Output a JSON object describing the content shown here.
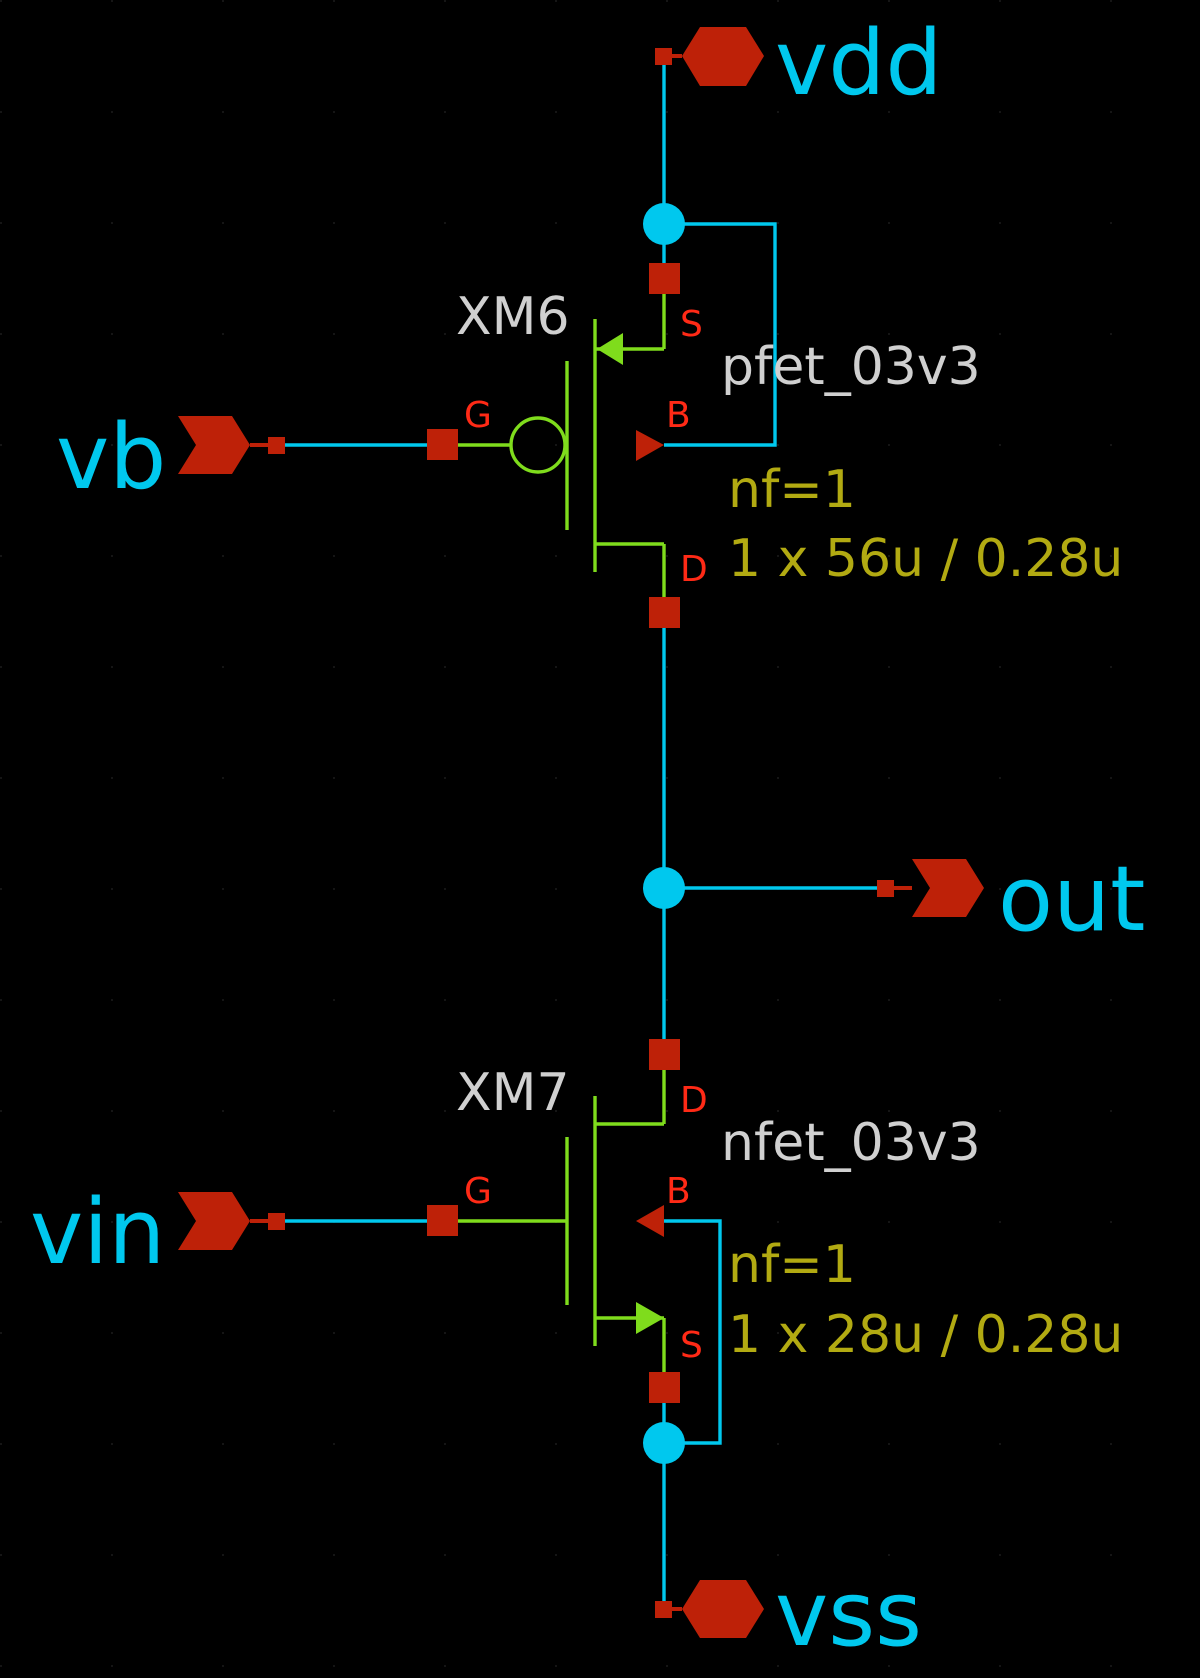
{
  "colors": {
    "background": "#000000",
    "wire": "#00c8ee",
    "device": "#7fdc1c",
    "pin": "#be2108",
    "pin_label": "#ff2a16",
    "instance_label": "#d0d0d0",
    "param_label": "#b2aa12",
    "net_label": "#00c8ee"
  },
  "ports": {
    "vdd": "vdd",
    "vss": "vss",
    "vb": "vb",
    "vin": "vin",
    "out": "out"
  },
  "devices": {
    "xm6": {
      "name": "XM6",
      "model": "pfet_03v3",
      "nf": "nf=1",
      "size": "1 x 56u / 0.28u",
      "pins": {
        "s": "S",
        "g": "G",
        "b": "B",
        "d": "D"
      }
    },
    "xm7": {
      "name": "XM7",
      "model": "nfet_03v3",
      "nf": "nf=1",
      "size": "1 x 28u / 0.28u",
      "pins": {
        "d": "D",
        "g": "G",
        "b": "B",
        "s": "S"
      }
    }
  }
}
